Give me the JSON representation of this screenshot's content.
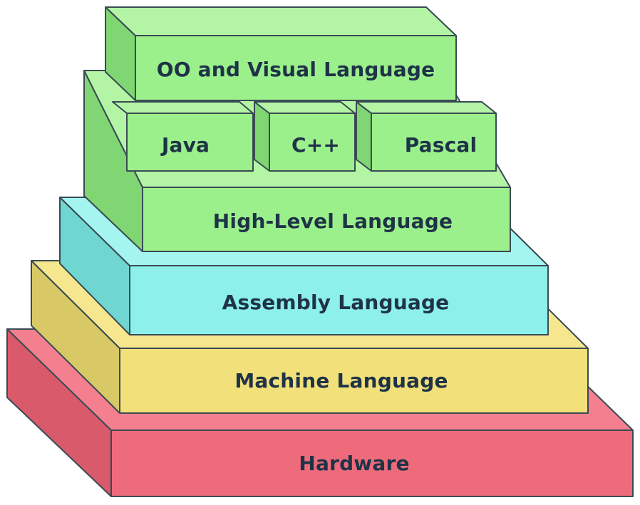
{
  "layers": [
    {
      "key": "hardware",
      "label": "Hardware"
    },
    {
      "key": "machine",
      "label": "Machine Language"
    },
    {
      "key": "assembly",
      "label": "Assembly Language"
    },
    {
      "key": "high_level",
      "label": "High-Level Language"
    },
    {
      "key": "java",
      "label": "Java"
    },
    {
      "key": "cpp",
      "label": "C++"
    },
    {
      "key": "pascal",
      "label": "Pascal"
    },
    {
      "key": "oo_visual",
      "label": "OO and Visual Language"
    }
  ],
  "colors": {
    "hardware": "#ee6b7b",
    "machine": "#f2e07a",
    "assembly": "#8df0ea",
    "language": "#9cf08c",
    "text": "#1f3347",
    "outline": "#3a4a54"
  }
}
